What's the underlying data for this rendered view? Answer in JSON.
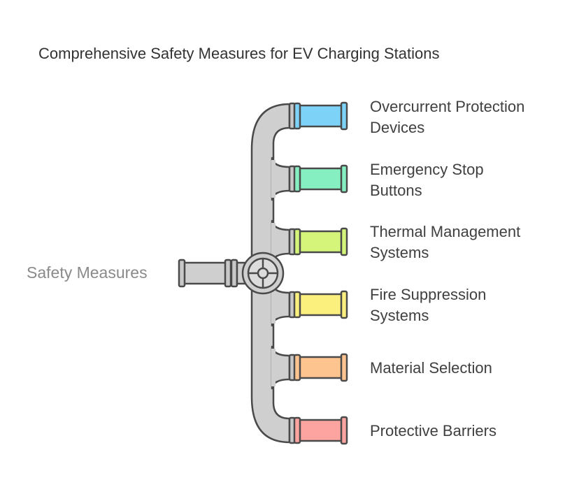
{
  "title": "Comprehensive Safety Measures for EV Charging Stations",
  "source": {
    "label": "Safety Measures"
  },
  "items": [
    {
      "line1": "Overcurrent Protection",
      "line2": "Devices",
      "color": "#7dd3f7"
    },
    {
      "line1": "Emergency Stop",
      "line2": "Buttons",
      "color": "#86efc2"
    },
    {
      "line1": "Thermal Management",
      "line2": "Systems",
      "color": "#d4f47a"
    },
    {
      "line1": "Fire Suppression",
      "line2": "Systems",
      "color": "#fbf07e"
    },
    {
      "line1": "Material Selection",
      "line2": "",
      "color": "#fec48f"
    },
    {
      "line1": "Protective Barriers",
      "line2": "",
      "color": "#fda4a0"
    }
  ],
  "colors": {
    "pipe_fill": "#cfcfcf",
    "pipe_stroke": "#4a4a4a",
    "connector_fill": "#c8c8c8"
  }
}
